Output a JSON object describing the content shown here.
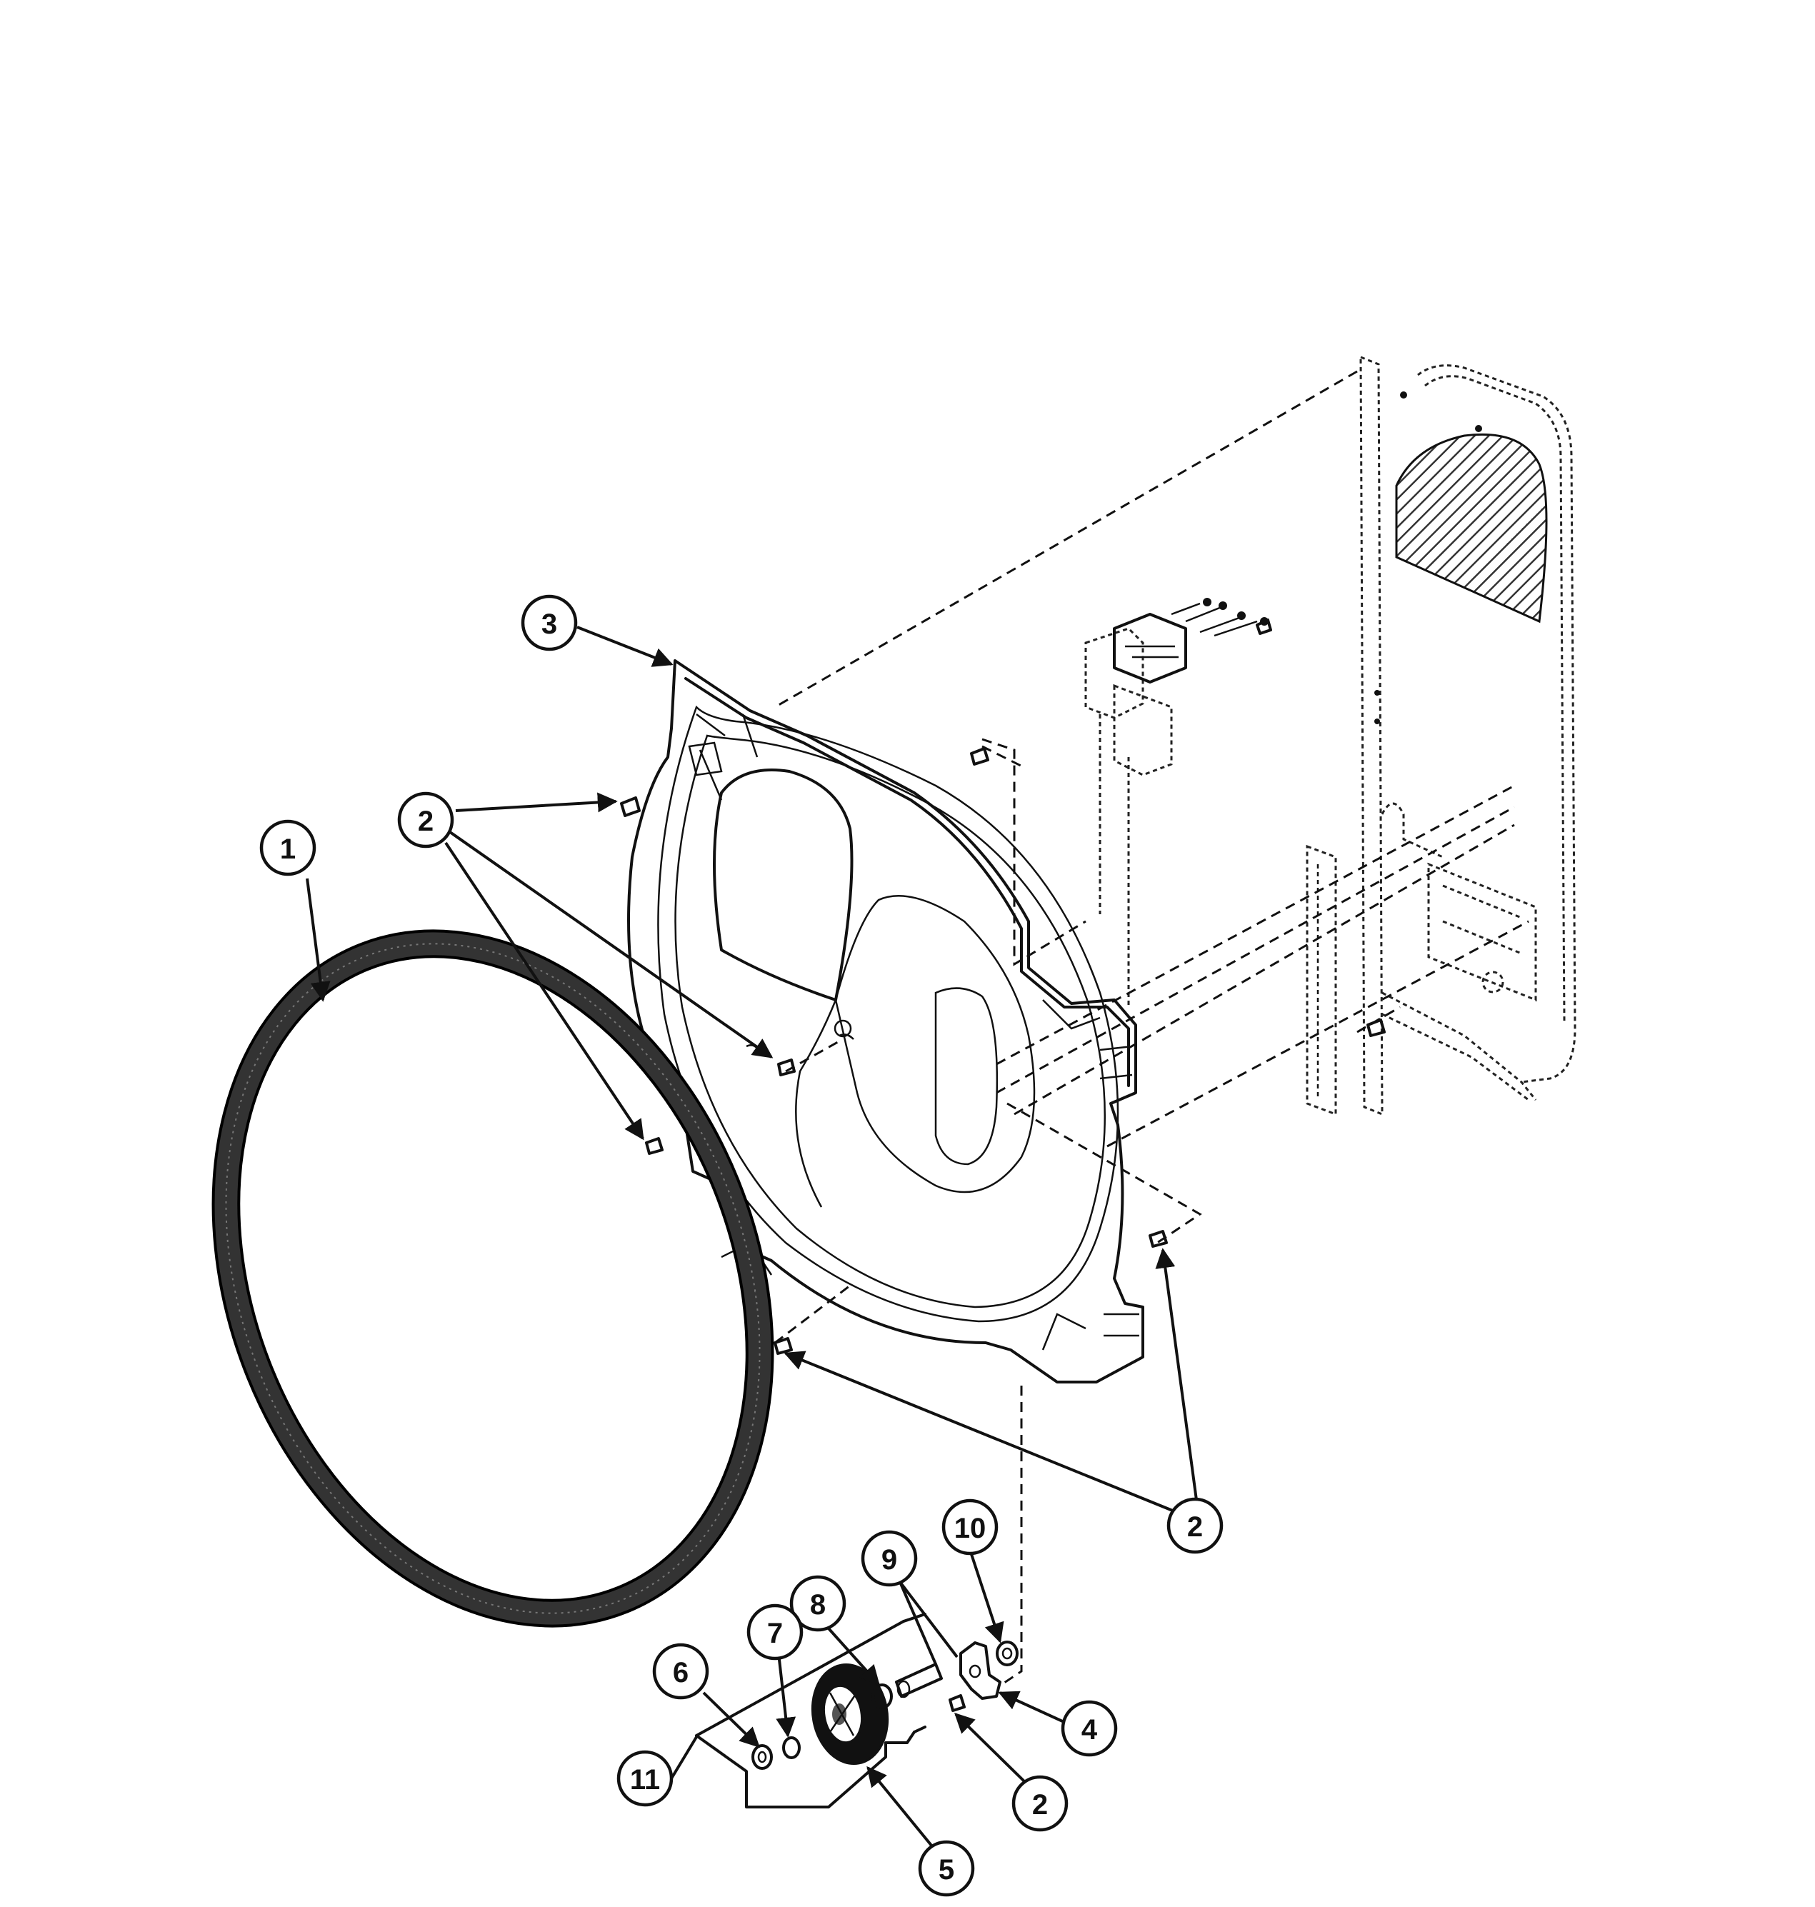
{
  "callouts": {
    "c1": "1",
    "c2a": "2",
    "c2b": "2",
    "c3": "3",
    "c4": "4",
    "c2c": "2",
    "c5": "5",
    "c6": "6",
    "c7": "7",
    "c8": "8",
    "c9": "9",
    "c10": "10",
    "c11": "11"
  },
  "colors": {
    "line": "#111111",
    "gasket": "#333333",
    "background": "#ffffff"
  }
}
